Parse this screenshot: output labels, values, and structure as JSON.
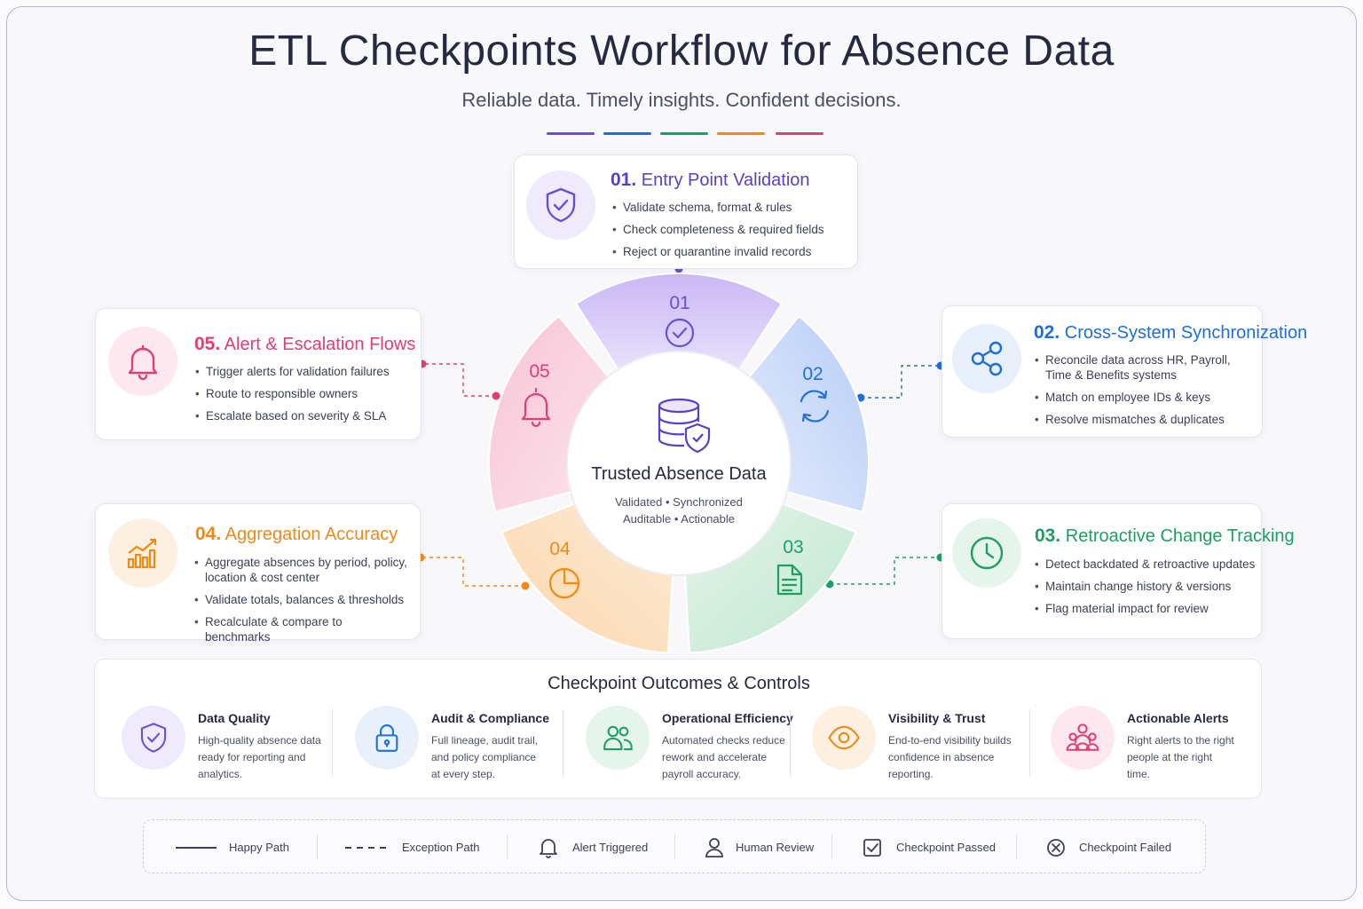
{
  "header": {
    "title": "ETL Checkpoints Workflow for Absence Data",
    "subtitle": "Reliable data. Timely insights. Confident decisions."
  },
  "colors": {
    "purple": "#6a4fd3",
    "blue": "#1f6fd6",
    "green": "#1f9e62",
    "orange": "#ef8a14",
    "pink": "#e23d74"
  },
  "center": {
    "icon": "database-shield-icon",
    "title": "Trusted Absence Data",
    "line1": "Validated • Synchronized",
    "line2": "Auditable • Actionable"
  },
  "segments": [
    {
      "label": "01",
      "icon": "check-circle-icon"
    },
    {
      "label": "02",
      "icon": "sync-icon"
    },
    {
      "label": "03",
      "icon": "document-icon"
    },
    {
      "label": "04",
      "icon": "pie-chart-icon"
    },
    {
      "label": "05",
      "icon": "bell-icon"
    }
  ],
  "steps": [
    {
      "num": "01.",
      "title": "Entry Point Validation",
      "icon": "shield-check-icon",
      "bullets": [
        "Validate schema, format & rules",
        "Check completeness & required fields",
        "Reject or quarantine invalid records"
      ]
    },
    {
      "num": "02.",
      "title": "Cross-System Synchronization",
      "icon": "share-nodes-icon",
      "bullets": [
        "Reconcile data across HR, Payroll, Time & Benefits systems",
        "Match on employee IDs & keys",
        "Resolve mismatches & duplicates"
      ]
    },
    {
      "num": "03.",
      "title": "Retroactive Change Tracking",
      "icon": "clock-icon",
      "bullets": [
        "Detect backdated & retroactive updates",
        "Maintain change history & versions",
        "Flag material impact for review"
      ]
    },
    {
      "num": "04.",
      "title": "Aggregation Accuracy",
      "icon": "bar-chart-trend-icon",
      "bullets": [
        "Aggregate absences by period, policy, location & cost center",
        "Validate totals, balances & thresholds",
        "Recalculate & compare to benchmarks"
      ]
    },
    {
      "num": "05.",
      "title": "Alert & Escalation Flows",
      "icon": "bell-icon",
      "bullets": [
        "Trigger alerts for validation failures",
        "Route to responsible owners",
        "Escalate based on severity & SLA"
      ]
    }
  ],
  "outcomes": {
    "title": "Checkpoint Outcomes & Controls",
    "items": [
      {
        "title": "Data Quality",
        "text": "High-quality absence data ready for reporting and analytics.",
        "icon": "shield-check-icon"
      },
      {
        "title": "Audit & Compliance",
        "text": "Full lineage, audit trail, and policy compliance at every step.",
        "icon": "lock-icon"
      },
      {
        "title": "Operational Efficiency",
        "text": "Automated checks reduce rework and accelerate payroll accuracy.",
        "icon": "users-icon"
      },
      {
        "title": "Visibility & Trust",
        "text": "End-to-end visibility builds confidence in absence reporting.",
        "icon": "eye-icon"
      },
      {
        "title": "Actionable Alerts",
        "text": "Right alerts to the right people at the right time.",
        "icon": "people-group-icon"
      }
    ]
  },
  "legend": [
    {
      "label": "Happy Path",
      "icon": "solid-line-icon"
    },
    {
      "label": "Exception Path",
      "icon": "dashed-line-icon"
    },
    {
      "label": "Alert Triggered",
      "icon": "bell-icon"
    },
    {
      "label": "Human Review",
      "icon": "person-icon"
    },
    {
      "label": "Checkpoint Passed",
      "icon": "checkbox-icon"
    },
    {
      "label": "Checkpoint Failed",
      "icon": "x-circle-icon"
    }
  ]
}
